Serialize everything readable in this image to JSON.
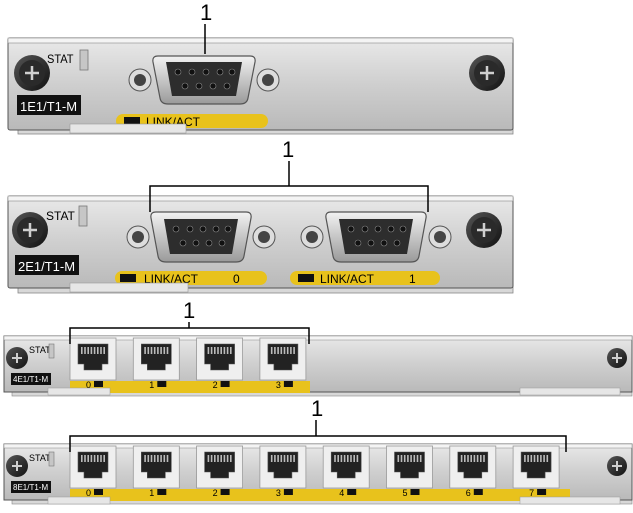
{
  "callout_number": "1",
  "cards": [
    {
      "name": "1E1/T1-M",
      "stat_label": "STAT",
      "link_label": "LINK/ACT",
      "port_numbers": []
    },
    {
      "name": "2E1/T1-M",
      "stat_label": "STAT",
      "link_label": "LINK/ACT",
      "port_numbers": [
        "0",
        "1"
      ]
    },
    {
      "name": "4E1/T1-M",
      "stat_label": "STAT",
      "port_numbers": [
        "0",
        "1",
        "2",
        "3"
      ]
    },
    {
      "name": "8E1/T1-M",
      "stat_label": "STAT",
      "port_numbers": [
        "0",
        "1",
        "2",
        "3",
        "4",
        "5",
        "6",
        "7"
      ]
    }
  ],
  "colors": {
    "panel": "#c9c9c9",
    "panel_light": "#e4e4e4",
    "label_bar": "#e8c21c",
    "card_name_bg": "#111111",
    "port_bg": "#efefef"
  }
}
